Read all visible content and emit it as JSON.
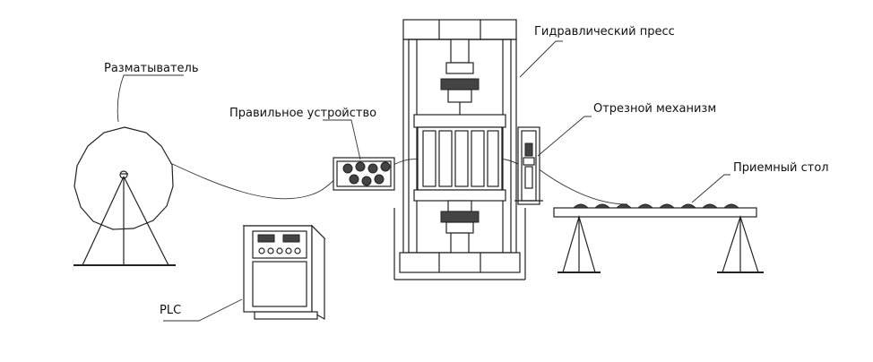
{
  "labels": {
    "uncoiler": "Разматыватель",
    "straightener": "Правильное устройство",
    "hydraulic_press": "Гидравлический пресс",
    "cutting_mechanism": "Отрезной механизм",
    "receiving_table": "Приемный стол",
    "plc": "PLC"
  },
  "colors": {
    "line": "#222222",
    "background": "#ffffff"
  }
}
